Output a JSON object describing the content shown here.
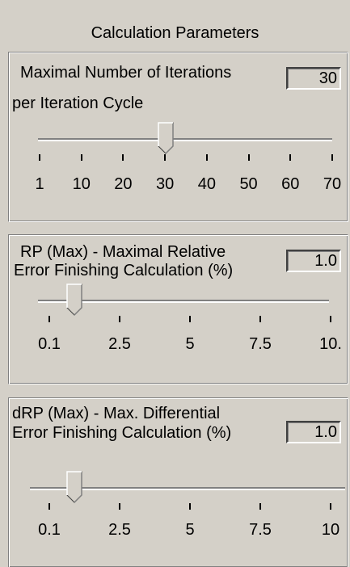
{
  "panel": {
    "title": "Calculation Parameters"
  },
  "iterations": {
    "label_line1": "Maximal Number of  Iterations",
    "label_line2": "per Iteration Cycle",
    "value": "30",
    "slider_fraction": 0.43,
    "tick_labels": [
      "1",
      "10",
      "20",
      "30",
      "40",
      "50",
      "60",
      "70"
    ]
  },
  "rp_max": {
    "label_line1": "RP (Max)  - Maximal Relative",
    "label_line2": "Error Finishing Calculation (%)",
    "value": "1.0",
    "slider_fraction": 0.09,
    "tick_labels": [
      "0.1",
      "2.5",
      "5",
      "7.5",
      "10."
    ]
  },
  "drp_max": {
    "label_line1": "dRP (Max) - Max. Differential",
    "label_line2": "Error Finishing Calculation (%)",
    "value": "1.0",
    "slider_fraction": 0.09,
    "tick_labels": [
      "0.1",
      "2.5",
      "5",
      "7.5",
      "10"
    ]
  }
}
